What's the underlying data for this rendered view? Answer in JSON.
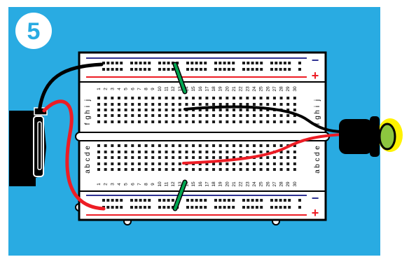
{
  "step": {
    "number": "5"
  },
  "rails": {
    "minus": "−",
    "plus": "+"
  },
  "breadboard": {
    "row_letters_top": [
      "j",
      "i",
      "h",
      "g",
      "f"
    ],
    "row_letters_bottom": [
      "e",
      "d",
      "c",
      "b",
      "a"
    ],
    "column_numbers": [
      "1",
      "2",
      "3",
      "4",
      "5",
      "6",
      "7",
      "8",
      "9",
      "10",
      "11",
      "12",
      "13",
      "14",
      "15",
      "16",
      "17",
      "18",
      "19",
      "20",
      "21",
      "22",
      "23",
      "24",
      "25",
      "26",
      "27",
      "28",
      "29",
      "30"
    ]
  },
  "colors": {
    "background": "#29abe2",
    "board": "#ffffff",
    "rail_blue": "#2e3192",
    "rail_red": "#ed1c24",
    "wire_black": "#000000",
    "wire_red": "#ed1c24",
    "wire_green": "#00a651",
    "led_body": "#000000",
    "led_lens": "#8dc63f",
    "led_glow": "#fff200",
    "hole": "#1a1a1a"
  },
  "icons": {
    "battery": "battery-pack-icon",
    "led": "led-icon",
    "step_badge": "step-number-badge"
  }
}
